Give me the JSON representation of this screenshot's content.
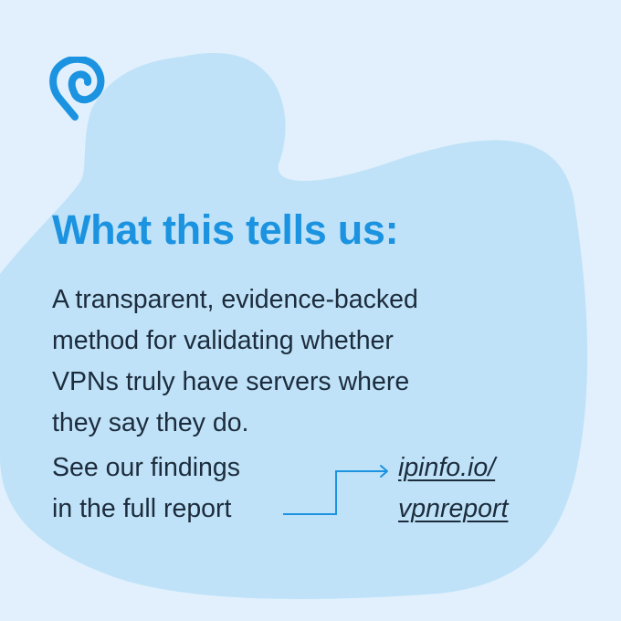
{
  "colors": {
    "background": "#e1f0fc",
    "blob": "#bfe2f8",
    "accent": "#1b93e0",
    "text": "#1c2c3c"
  },
  "logo": {
    "icon": "map-pin-logo-icon"
  },
  "headline": "What this tells us:",
  "body": {
    "lines": [
      "A transparent, evidence-backed",
      "method for validating whether",
      "VPNs truly have servers where",
      "they say they do."
    ]
  },
  "cta": {
    "lines": [
      "See our findings",
      "in the full report"
    ],
    "arrow_icon": "arrow-right-icon"
  },
  "link": {
    "lines": [
      "ipinfo.io/",
      "vpnreport"
    ]
  }
}
